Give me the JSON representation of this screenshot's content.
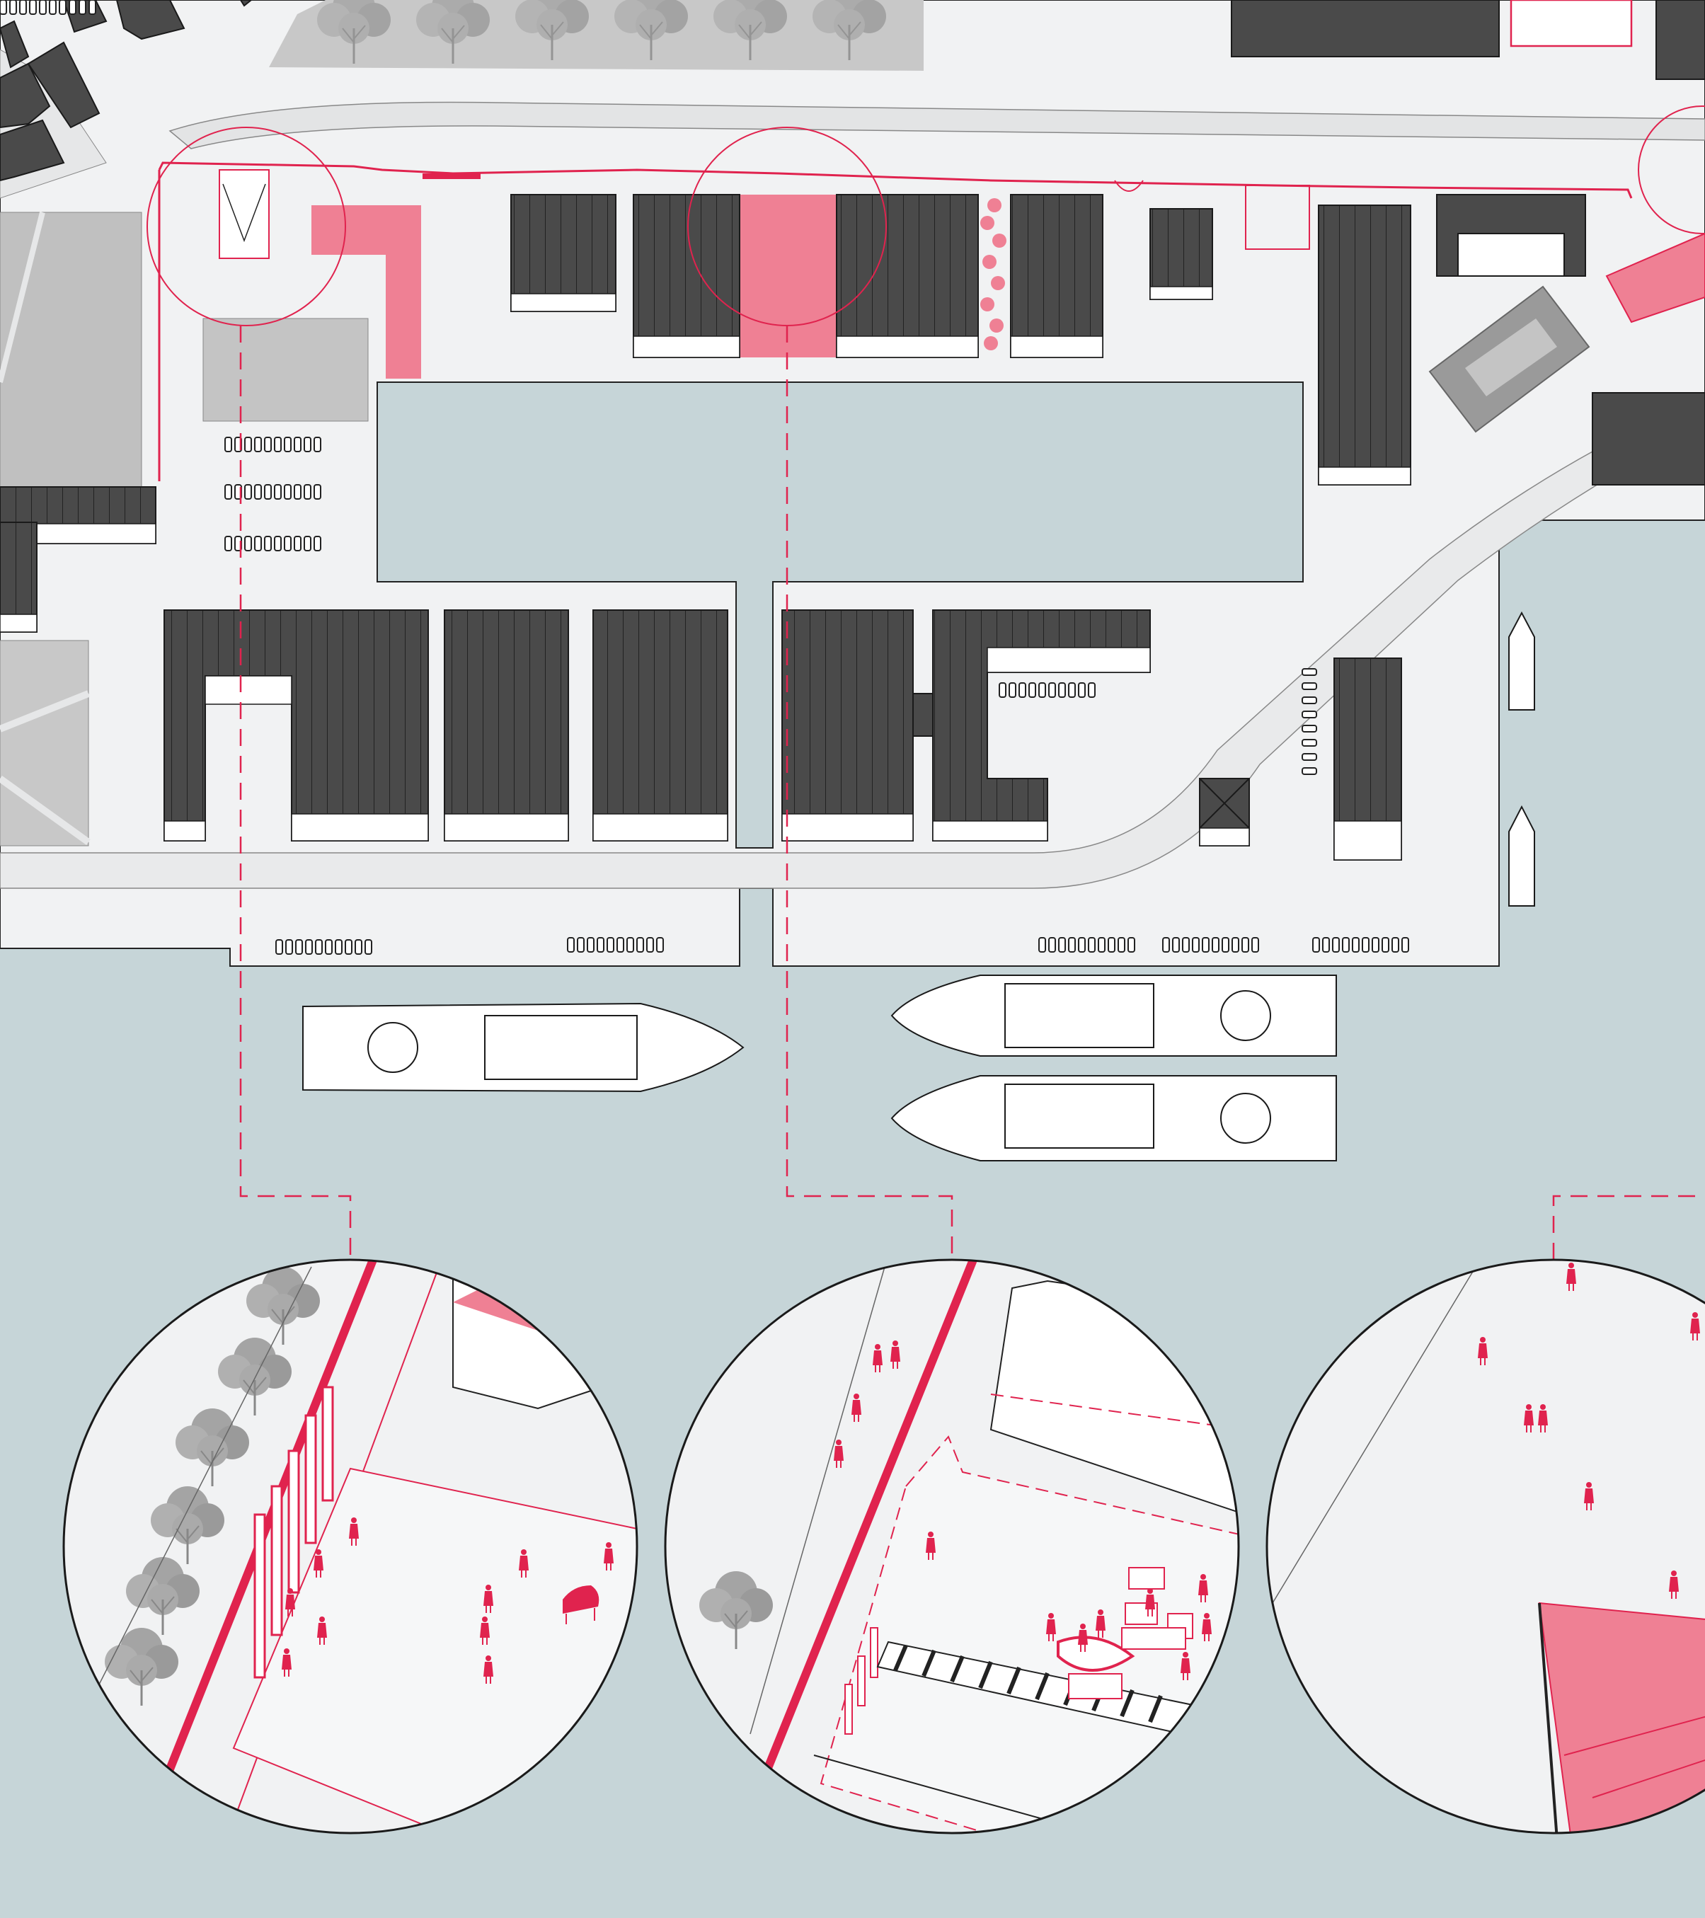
{
  "colors": {
    "water": "#c6d5d8",
    "ground": "#f1f2f3",
    "road": "#e6e7e8",
    "building_roof": "#4a4a4a",
    "building_outline": "#1a1a1a",
    "pavement_grey": "#c4c4c4",
    "tree_grey": "#9e9e9e",
    "accent_red": "#e0234e",
    "accent_pink": "#ef8094",
    "white": "#ffffff"
  },
  "map": {
    "icons": [
      "building-icon",
      "tree-icon",
      "boat-icon",
      "car-icon",
      "person-icon",
      "piano-icon"
    ]
  },
  "detail_views": [
    {
      "id": "detail-left",
      "content": [
        "trees",
        "red-wall",
        "sculptural-fins",
        "people",
        "grand-piano"
      ]
    },
    {
      "id": "detail-center",
      "content": [
        "tree",
        "red-wall",
        "dashed-frame",
        "boat",
        "market-stalls",
        "people"
      ]
    },
    {
      "id": "detail-right",
      "content": [
        "pink-building",
        "people"
      ]
    }
  ]
}
